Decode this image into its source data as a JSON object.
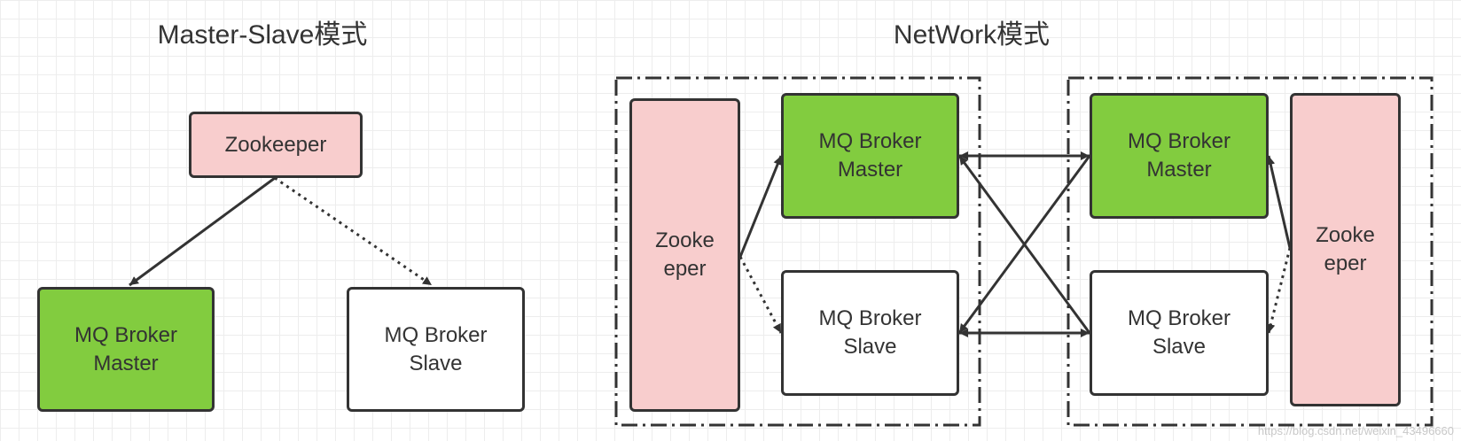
{
  "titles": {
    "master_slave": "Master-Slave模式",
    "network": "NetWork模式"
  },
  "nodes": {
    "ms_zookeeper": "Zookeeper",
    "ms_master": "MQ Broker\nMaster",
    "ms_slave": "MQ Broker\nSlave",
    "nw1_zookeeper": "Zooke\neper",
    "nw1_master": "MQ Broker\nMaster",
    "nw1_slave": "MQ Broker\nSlave",
    "nw2_master": "MQ Broker\nMaster",
    "nw2_slave": "MQ Broker\nSlave",
    "nw2_zookeeper": "Zooke\neper"
  },
  "watermark": "https://blog.csdn.net/weixin_43496660",
  "colors": {
    "master_fill": "#82cc3f",
    "zookeeper_fill": "#f8cdcd",
    "slave_fill": "#ffffff",
    "stroke": "#333333"
  }
}
